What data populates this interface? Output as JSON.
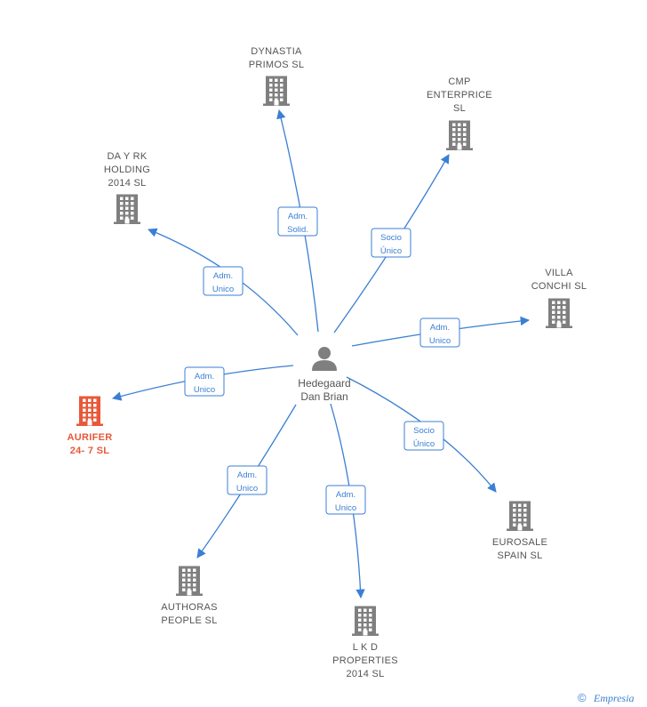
{
  "colors": {
    "edge": "#3b7fd4",
    "company": "#7f7f7f",
    "company_highlight": "#e8583a",
    "person": "#7f7f7f"
  },
  "center": {
    "name_lines": [
      "Hedegaard",
      "Dan Brian"
    ],
    "icon": "person-icon"
  },
  "companies": [
    {
      "id": "dynastia",
      "lines": [
        "DYNASTIA",
        "PRIMOS  SL"
      ],
      "icon": "building-icon",
      "highlight": false
    },
    {
      "id": "cmp",
      "lines": [
        "CMP",
        "ENTERPRICE",
        "SL"
      ],
      "icon": "building-icon",
      "highlight": false
    },
    {
      "id": "dayrk",
      "lines": [
        "DA Y RK",
        "HOLDING",
        "2014  SL"
      ],
      "icon": "building-icon",
      "highlight": false
    },
    {
      "id": "villa",
      "lines": [
        "VILLA",
        "CONCHI  SL"
      ],
      "icon": "building-icon",
      "highlight": false
    },
    {
      "id": "aurifer",
      "lines": [
        "AURIFER",
        "24- 7  SL"
      ],
      "icon": "building-icon",
      "highlight": true
    },
    {
      "id": "eurosale",
      "lines": [
        "EUROSALE",
        "SPAIN  SL"
      ],
      "icon": "building-icon",
      "highlight": false
    },
    {
      "id": "authoras",
      "lines": [
        "AUTHORAS",
        "PEOPLE  SL"
      ],
      "icon": "building-icon",
      "highlight": false
    },
    {
      "id": "lkd",
      "lines": [
        "L K D",
        "PROPERTIES",
        "2014  SL"
      ],
      "icon": "building-icon",
      "highlight": false
    }
  ],
  "edges": [
    {
      "target": "dynastia",
      "label_lines": [
        "Adm.",
        "Solid."
      ]
    },
    {
      "target": "cmp",
      "label_lines": [
        "Socio",
        "Único"
      ]
    },
    {
      "target": "dayrk",
      "label_lines": [
        "Adm.",
        "Unico"
      ]
    },
    {
      "target": "villa",
      "label_lines": [
        "Adm.",
        "Unico"
      ]
    },
    {
      "target": "aurifer",
      "label_lines": [
        "Adm.",
        "Unico"
      ]
    },
    {
      "target": "eurosale",
      "label_lines": [
        "Socio",
        "Único"
      ]
    },
    {
      "target": "authoras",
      "label_lines": [
        "Adm.",
        "Unico"
      ]
    },
    {
      "target": "lkd",
      "label_lines": [
        "Adm.",
        "Unico"
      ]
    }
  ],
  "footer": {
    "copyright_symbol": "©",
    "brand": "Empresia"
  }
}
